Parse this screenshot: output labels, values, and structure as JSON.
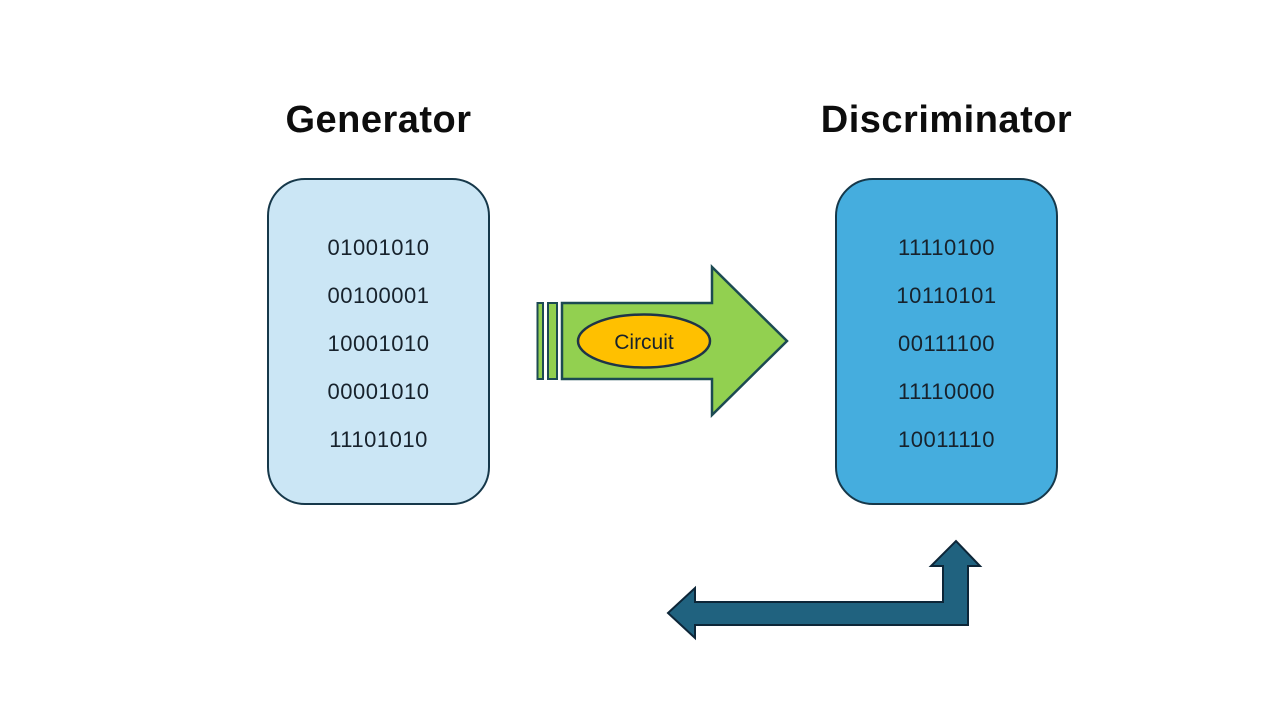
{
  "diagram": {
    "generator": {
      "title": "Generator",
      "values": [
        "01001010",
        "00100001",
        "10001010",
        "00001010",
        "11101010"
      ]
    },
    "discriminator": {
      "title": "Discriminator",
      "values": [
        "11110100",
        "10110101",
        "00111100",
        "11110000",
        "10011110"
      ]
    },
    "circuit": {
      "label": "Circuit"
    },
    "icons": {
      "flow_arrow": "striped-right-arrow-icon",
      "feedback_arrow": "bent-double-arrow-icon"
    },
    "colors": {
      "generator_fill": "#CBE6F5",
      "discriminator_fill": "#45ADDE",
      "box_border": "#16384A",
      "flow_arrow_fill": "#92D050",
      "flow_arrow_border": "#1C4A52",
      "circuit_ellipse_fill": "#FFC000",
      "feedback_arrow_fill": "#20627F",
      "feedback_arrow_border": "#0D2638",
      "text": "#17222C"
    }
  }
}
